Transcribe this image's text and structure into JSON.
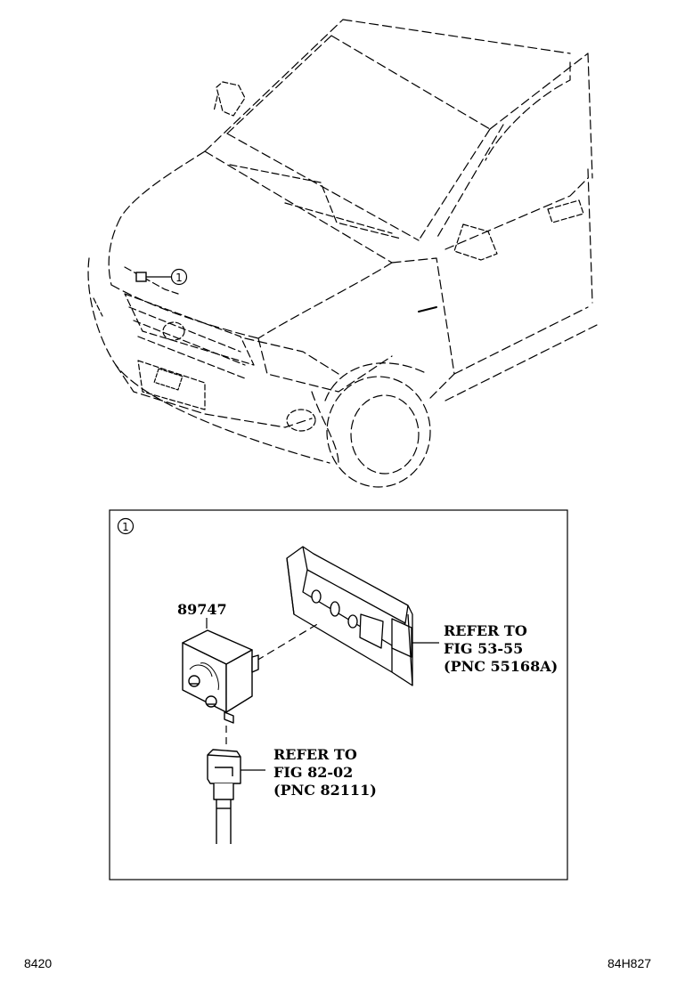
{
  "callout": {
    "top_marker": "1",
    "panel_marker": "1"
  },
  "part": {
    "number": "89747"
  },
  "refs": {
    "bracket": {
      "line1": "REFER TO",
      "line2": "FIG 53-55",
      "line3": "(PNC 55168A)"
    },
    "connector": {
      "line1": "REFER TO",
      "line2": "FIG 82-02",
      "line3": "(PNC 82111)"
    }
  },
  "footer": {
    "left": "8420",
    "right": "84H827"
  }
}
